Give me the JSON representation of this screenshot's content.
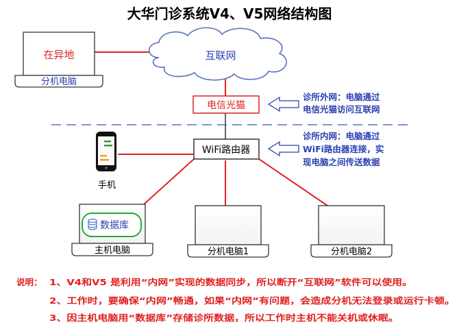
{
  "title": "大华门诊系统V4、V5网络结构图",
  "remote_site": {
    "location": "在异地",
    "laptop_label": "分机电脑"
  },
  "internet": {
    "label": "互联网"
  },
  "modem": {
    "label": "电信光猫"
  },
  "router": {
    "label": "WiFi路由器"
  },
  "phone": {
    "label": "手机"
  },
  "main_pc": {
    "label": "主机电脑",
    "db_label": "数据库"
  },
  "branch_pc_1": {
    "label": "分机电脑1"
  },
  "branch_pc_2": {
    "label": "分机电脑2"
  },
  "annotations": {
    "outer_line1": "诊所外网：电脑通过",
    "outer_line2": "电信光猫访问互联网",
    "inner_line1": "诊所内网：电脑通过",
    "inner_line2": "WiFi路由器连接，实",
    "inner_line3": "现电脑之间传送数据"
  },
  "explanation": {
    "prefix": "说明：",
    "line1": "1、V4和V5 是利用“内网”实现的数据同步，所以断开“互联网”软件可以使用。",
    "line2": "2、工作时，要确保“内网”畅通，如果“内网”有问题，会造成分机无法登录或运行卡顿。",
    "line3": "3、因主机电脑用“数据库”存储诊所数据，所以工作时主机不能关机或休眠。"
  },
  "colors": {
    "link": "#e02020",
    "note": "#2b3fb0",
    "box_border": "#e02020",
    "cloud_border": "#5a6fc0",
    "divider": "#3355bb",
    "db_highlight": "#22aa33"
  }
}
